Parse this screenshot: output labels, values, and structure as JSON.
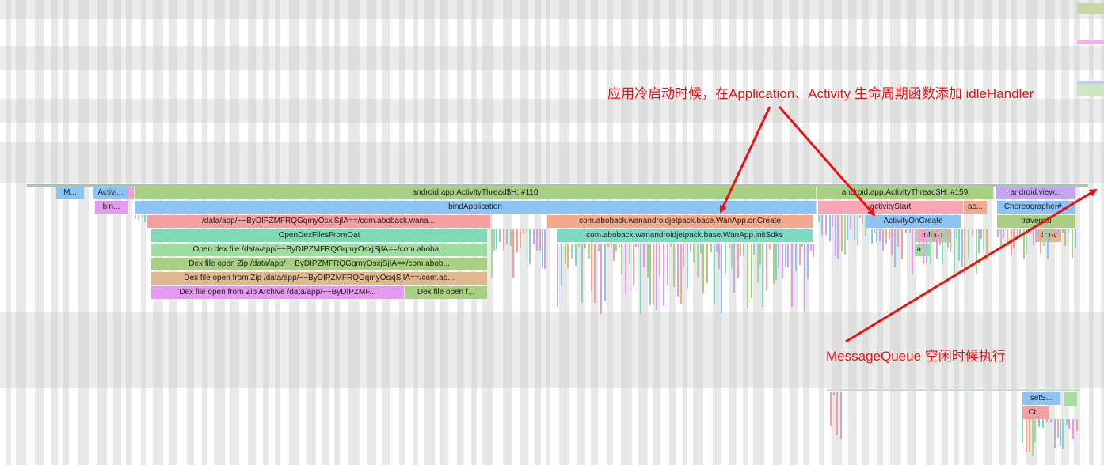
{
  "slices": {
    "m": "M...",
    "activi": "Activi...",
    "bin": "bin...",
    "thread110": "android.app.ActivityThread$H: #110",
    "bindApplication": "bindApplication",
    "dataApp": "/data/app/~~ByDIPZMFRQGqmyOsxjSjIA==/com.aboback.wana...",
    "openDexFiles": "OpenDexFilesFromOat",
    "openDexFile": "Open dex file /data/app/~~ByDIPZMFRQGqmyOsxjSjIA==/com.aboba...",
    "dexOpenZip": "Dex file open Zip /data/app/~~ByDIPZMFRQGqmyOsxjSjIA==/com.abob...",
    "dexOpenFromZip": "Dex file open from Zip /data/app/~~ByDIPZMFRQGqmyOsxjSjIA==/com.ab...",
    "dexOpenFromZipArchive": "Dex file open from Zip Archive /data/app/~~ByDIPZMF...",
    "dexFileOpenF": "Dex file open f...",
    "onCreate": "com.aboback.wanandroidjetpack.base.WanApp.onCreate",
    "initSdks": "com.aboback.wanandroidjetpack.base.WanApp.initSdks",
    "thread159": "android.app.ActivityThread$H: #159",
    "activityStart": "activityStart",
    "ac": "ac...",
    "activityOnCreate": "ActivityOnCreate",
    "inflate": "inflate",
    "a": "a...",
    "androidView": "android.view...",
    "choreographer": "Choreographer#...",
    "traversal": "traversal",
    "draw": "draw",
    "setS": "setS...",
    "cr": "Cr..."
  },
  "annotations": {
    "top": "应用冷启动时候，在Application、Activity 生命周期函数添加 idleHandler",
    "bottom": "MessageQueue 空闲时候执行"
  },
  "colors": {
    "annotation": "#ee1111",
    "green": "#a8cf82",
    "blue": "#8ec4f5",
    "purple": "#c7a5f0",
    "pink": "#f5a0a0",
    "salmon": "#f2a98c",
    "teal": "#7fd9c2",
    "lightgreen": "#9fdca0",
    "tan": "#e0b890",
    "magenta": "#e59af0",
    "lightpink": "#f7a7b5"
  }
}
